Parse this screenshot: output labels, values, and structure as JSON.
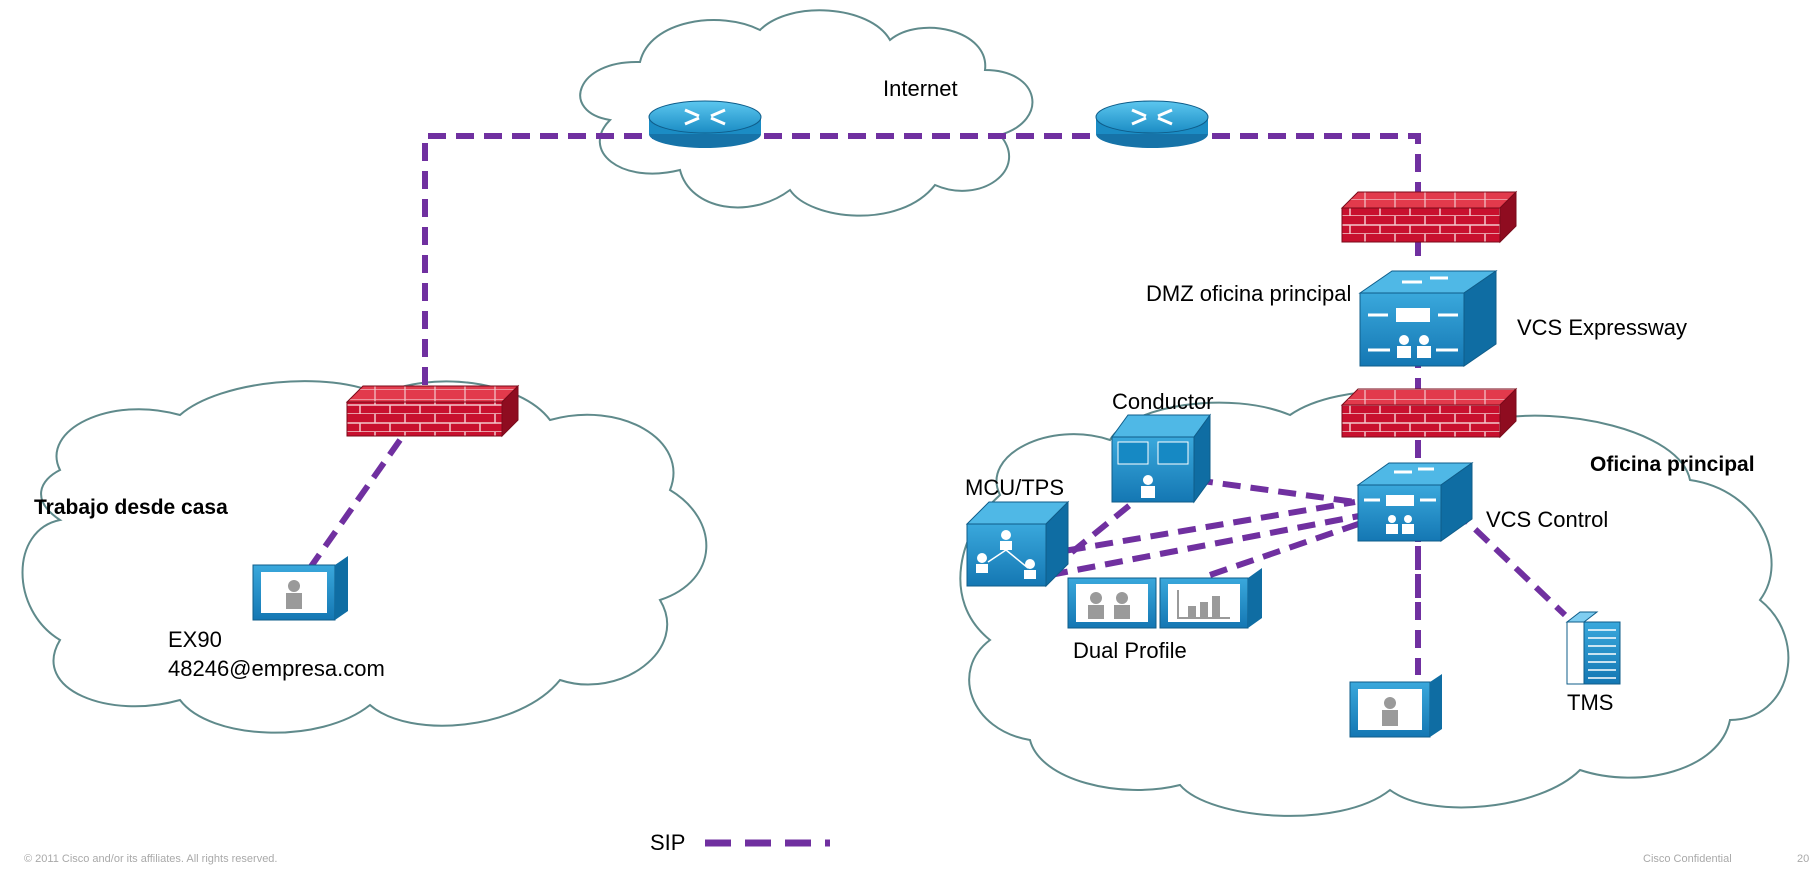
{
  "labels": {
    "internet": "Internet",
    "dmz": "DMZ oficina principal",
    "vcs_expressway": "VCS Expressway",
    "conductor": "Conductor",
    "oficina_principal": "Oficina principal",
    "mcu_tps": "MCU/TPS",
    "vcs_control": "VCS Control",
    "trabajo_desde_casa": "Trabajo desde casa",
    "ex90": "EX90",
    "ex90_address": "48246@empresa.com",
    "dual_profile": "Dual Profile",
    "tms": "TMS"
  },
  "legend": {
    "sip": "SIP"
  },
  "footer": {
    "copyright": "© 2011 Cisco and/or its affiliates. All rights reserved.",
    "confidential": "Cisco Confidential",
    "page": "20"
  },
  "colors": {
    "sip_line": "#7030a0",
    "cloud_stroke": "#5f8a8b",
    "firewall": "#c8102e",
    "device_blue": "#1a8fc9",
    "router": "#2aa6d9"
  },
  "icons": {
    "router": "router-icon",
    "firewall": "firewall-icon",
    "vcs": "vcs-switch-icon",
    "conductor": "conductor-icon",
    "mcu": "mcu-icon",
    "endpoint": "video-endpoint-icon",
    "server": "tms-server-icon"
  }
}
